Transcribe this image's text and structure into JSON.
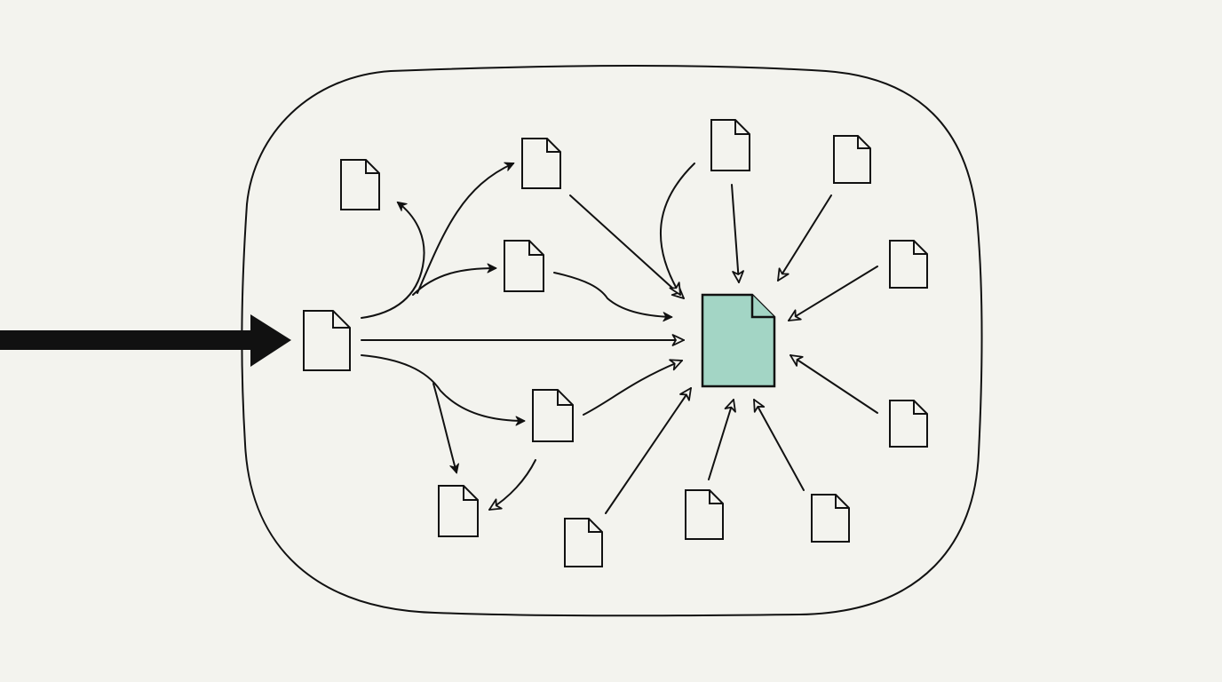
{
  "diagram": {
    "colors": {
      "background": "#f3f3ee",
      "stroke": "#111111",
      "document_fill": "#f3f3ee",
      "target_fill": "#a3d5c5",
      "entry_arrow": "#111111"
    },
    "icons": {
      "document": "document-icon",
      "target_document": "target-document-icon"
    },
    "nodes": [
      {
        "id": "source",
        "kind": "document"
      },
      {
        "id": "doc-upper-left",
        "kind": "document"
      },
      {
        "id": "doc-top-middle",
        "kind": "document"
      },
      {
        "id": "doc-middle",
        "kind": "document"
      },
      {
        "id": "doc-lower-middle",
        "kind": "document"
      },
      {
        "id": "doc-bottom-left",
        "kind": "document"
      },
      {
        "id": "doc-top-center",
        "kind": "document"
      },
      {
        "id": "doc-top-right",
        "kind": "document"
      },
      {
        "id": "doc-right-upper",
        "kind": "document"
      },
      {
        "id": "doc-right-lower",
        "kind": "document"
      },
      {
        "id": "doc-bottom-right",
        "kind": "document"
      },
      {
        "id": "doc-bottom-center",
        "kind": "document"
      },
      {
        "id": "doc-bottom-center-left",
        "kind": "document"
      },
      {
        "id": "target",
        "kind": "target_document"
      }
    ],
    "edges": [
      {
        "from": "external",
        "to": "source",
        "style": "thick"
      },
      {
        "from": "source",
        "to": "doc-upper-left",
        "style": "solid-head"
      },
      {
        "from": "source",
        "to": "doc-top-middle",
        "style": "solid-head"
      },
      {
        "from": "source",
        "to": "doc-middle",
        "style": "solid-head"
      },
      {
        "from": "source",
        "to": "target",
        "style": "open-head"
      },
      {
        "from": "source",
        "to": "doc-lower-middle",
        "style": "solid-head"
      },
      {
        "from": "source",
        "to": "doc-bottom-left",
        "style": "solid-head"
      },
      {
        "from": "doc-top-middle",
        "to": "target",
        "style": "open-head"
      },
      {
        "from": "doc-middle",
        "to": "target",
        "style": "solid-head"
      },
      {
        "from": "doc-lower-middle",
        "to": "target",
        "style": "open-head"
      },
      {
        "from": "doc-lower-middle",
        "to": "doc-bottom-left",
        "style": "open-head"
      },
      {
        "from": "doc-top-center",
        "to": "target",
        "style": "open-head"
      },
      {
        "from": "doc-top-right",
        "to": "target",
        "style": "open-head"
      },
      {
        "from": "doc-right-upper",
        "to": "target",
        "style": "open-head"
      },
      {
        "from": "doc-right-lower",
        "to": "target",
        "style": "open-head"
      },
      {
        "from": "doc-bottom-right",
        "to": "target",
        "style": "open-head"
      },
      {
        "from": "doc-bottom-center",
        "to": "target",
        "style": "open-head"
      },
      {
        "from": "doc-bottom-center-left",
        "to": "target",
        "style": "open-head"
      }
    ]
  }
}
